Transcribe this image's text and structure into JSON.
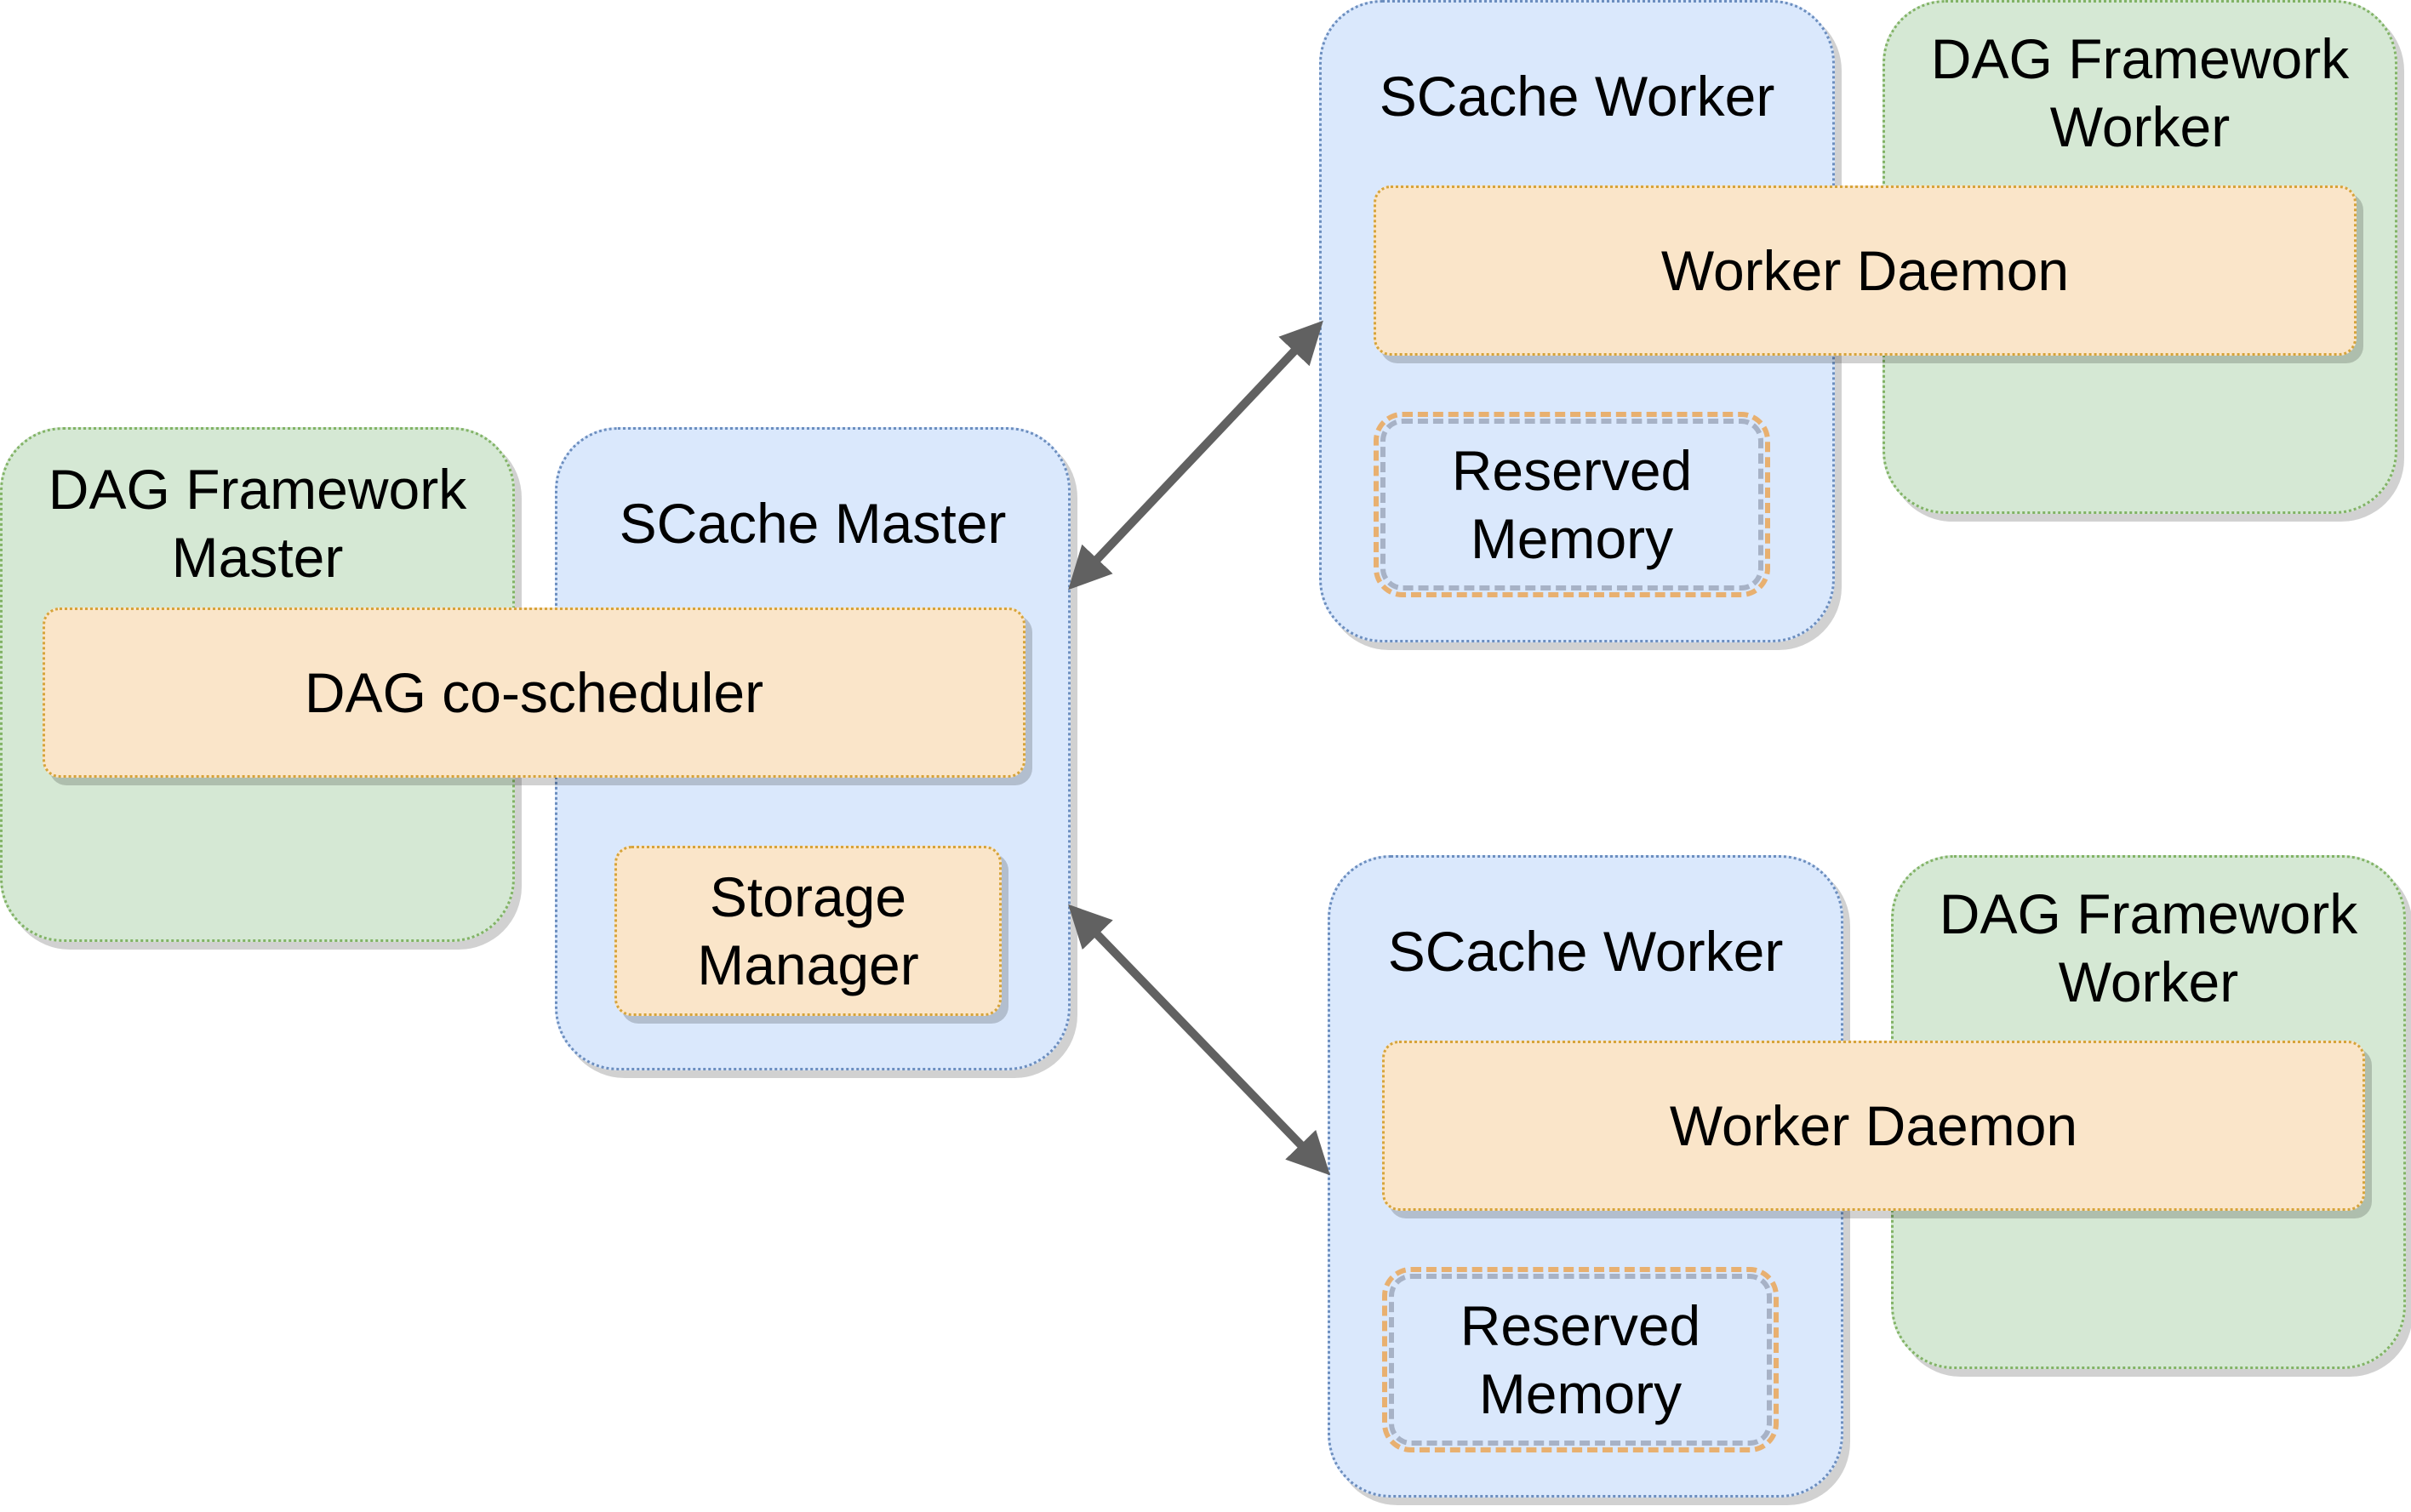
{
  "master_side": {
    "framework_master": "DAG Framework\nMaster",
    "scache_master": "SCache Master",
    "co_scheduler": "DAG co-scheduler",
    "storage_manager": "Storage\nManager"
  },
  "worker_top": {
    "framework_worker": "DAG Framework\nWorker",
    "scache_worker": "SCache Worker",
    "worker_daemon": "Worker Daemon",
    "reserved_memory": "Reserved\nMemory"
  },
  "worker_bottom": {
    "framework_worker": "DAG Framework\nWorker",
    "scache_worker": "SCache Worker",
    "worker_daemon": "Worker Daemon",
    "reserved_memory": "Reserved\nMemory"
  },
  "colors": {
    "framework_fill": "#d5e8d4",
    "scache_fill": "#dae8fc",
    "component_fill": "#fae5c9",
    "arrow": "#616161"
  }
}
